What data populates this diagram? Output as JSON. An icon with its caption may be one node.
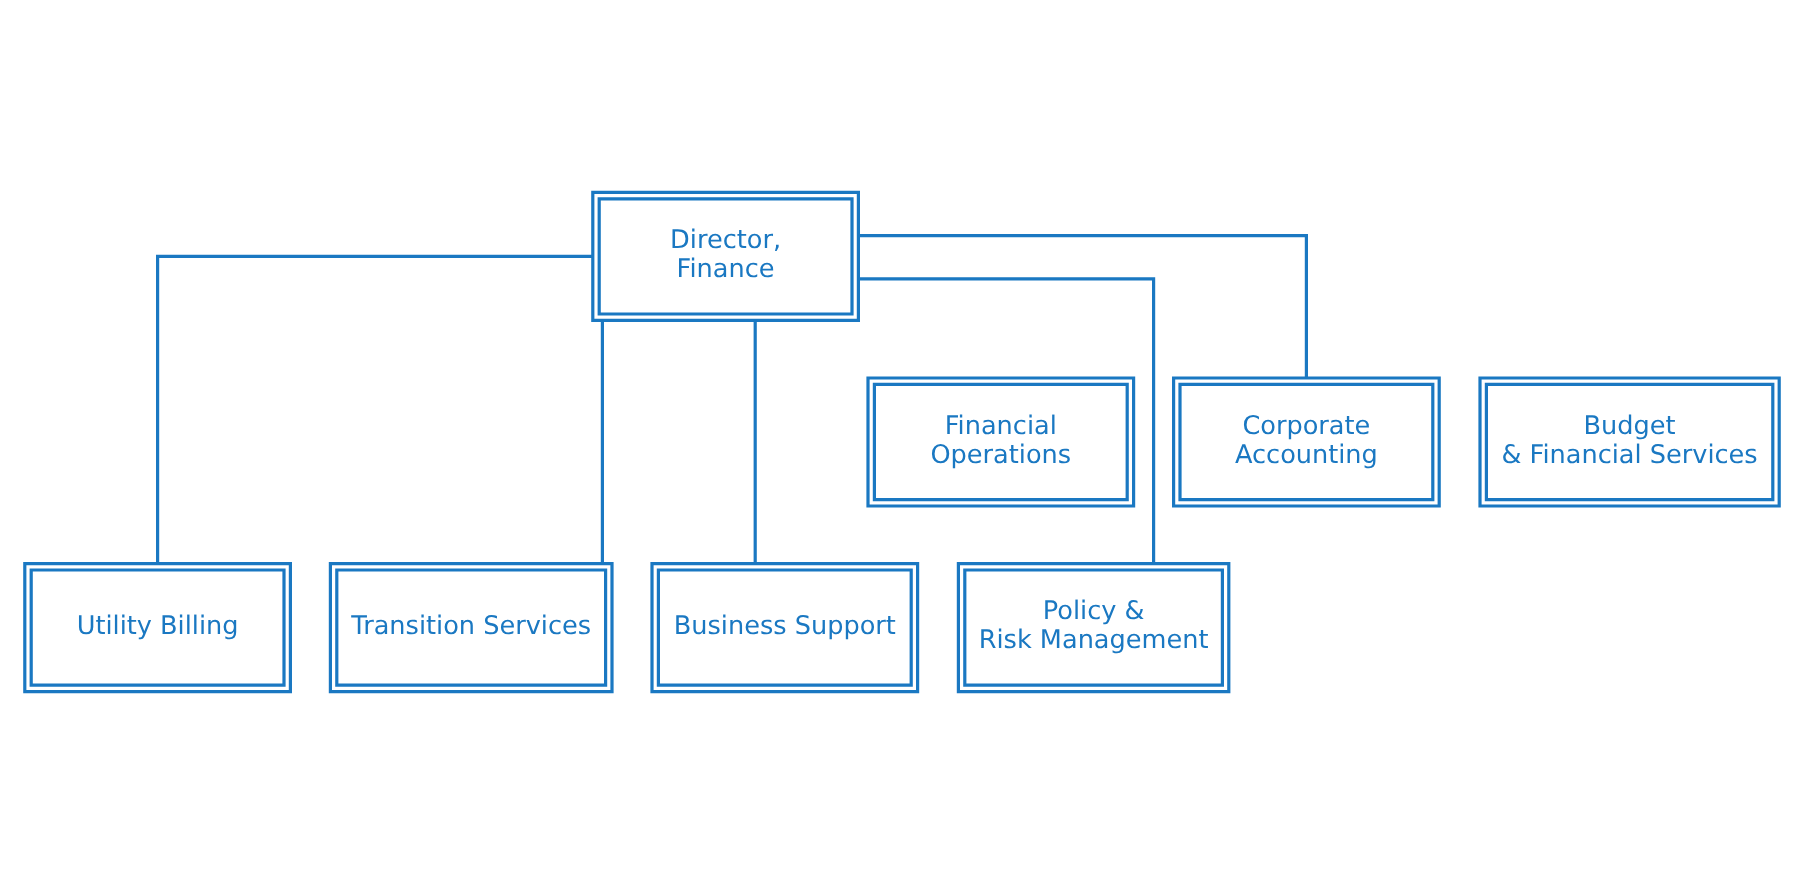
{
  "diagram": {
    "nodes": [
      {
        "text": [
          "Director, Finance"
        ]
      },
      {
        "text": [
          "Financial Operations"
        ]
      },
      {
        "text": [
          "Corporate Accounting"
        ]
      },
      {
        "text": [
          "Budget & Financial Services"
        ]
      },
      {
        "text": [
          "Utility Billing"
        ]
      },
      {
        "text": [
          "Transition Services"
        ]
      },
      {
        "text": [
          "Business Support"
        ]
      },
      {
        "text": [
          "Policy & Risk Management"
        ]
      }
    ],
    "edges": [
      {
        "from": 0,
        "to": 4,
        "arrow": "none"
      },
      {
        "from": 0,
        "to": 5,
        "arrow": "none"
      },
      {
        "from": 0,
        "to": 2,
        "arrow": "none"
      },
      {
        "from": 0,
        "to": 6,
        "arrow": "none"
      },
      {
        "from": 0,
        "to": 7,
        "arrow": "none"
      }
    ]
  }
}
